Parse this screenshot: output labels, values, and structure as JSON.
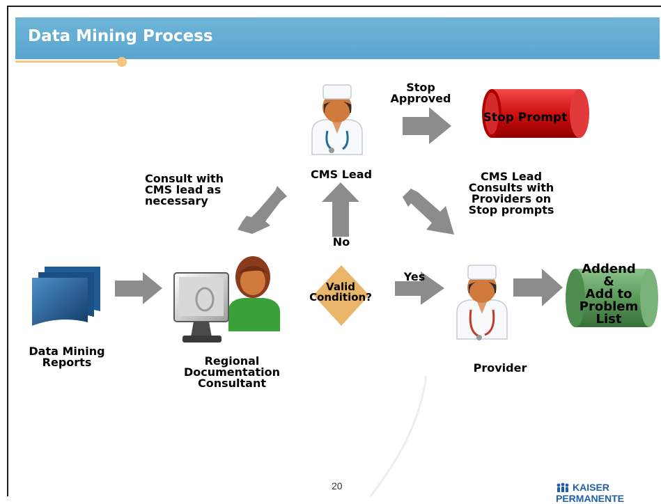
{
  "slide": {
    "title": "Data Mining Process",
    "page_number": "20",
    "logo_text": "KAISER PERMANENTE"
  },
  "diagram": {
    "nodes": {
      "reports": "Data Mining\nReports",
      "rdc": "Regional\nDocumentation\nConsultant",
      "cms_lead": "CMS Lead",
      "provider": "Provider",
      "decision": "Valid\nCondition?",
      "stop_prompt": "Stop Prompt",
      "addend": "Addend\n&\nAdd to\nProblem\nList"
    },
    "edges": {
      "stop_approved": "Stop\nApproved",
      "consult_cms": "Consult with\nCMS lead as\nnecessary",
      "no": "No",
      "yes": "Yes",
      "cms_consults": "CMS Lead\nConsults with\nProviders on\nStop prompts"
    },
    "colors": {
      "title_bar": "#5aa6cf",
      "accent_line": "#f4c77d",
      "arrow": "#8c8c8c",
      "stop_prompt": "#d01010",
      "addend": "#5a9a5a",
      "decision": "#e8b56a",
      "reports": "#1a4f86"
    },
    "icons": [
      "document-stack-icon",
      "doctor-icon",
      "consultant-at-computer-icon"
    ]
  }
}
